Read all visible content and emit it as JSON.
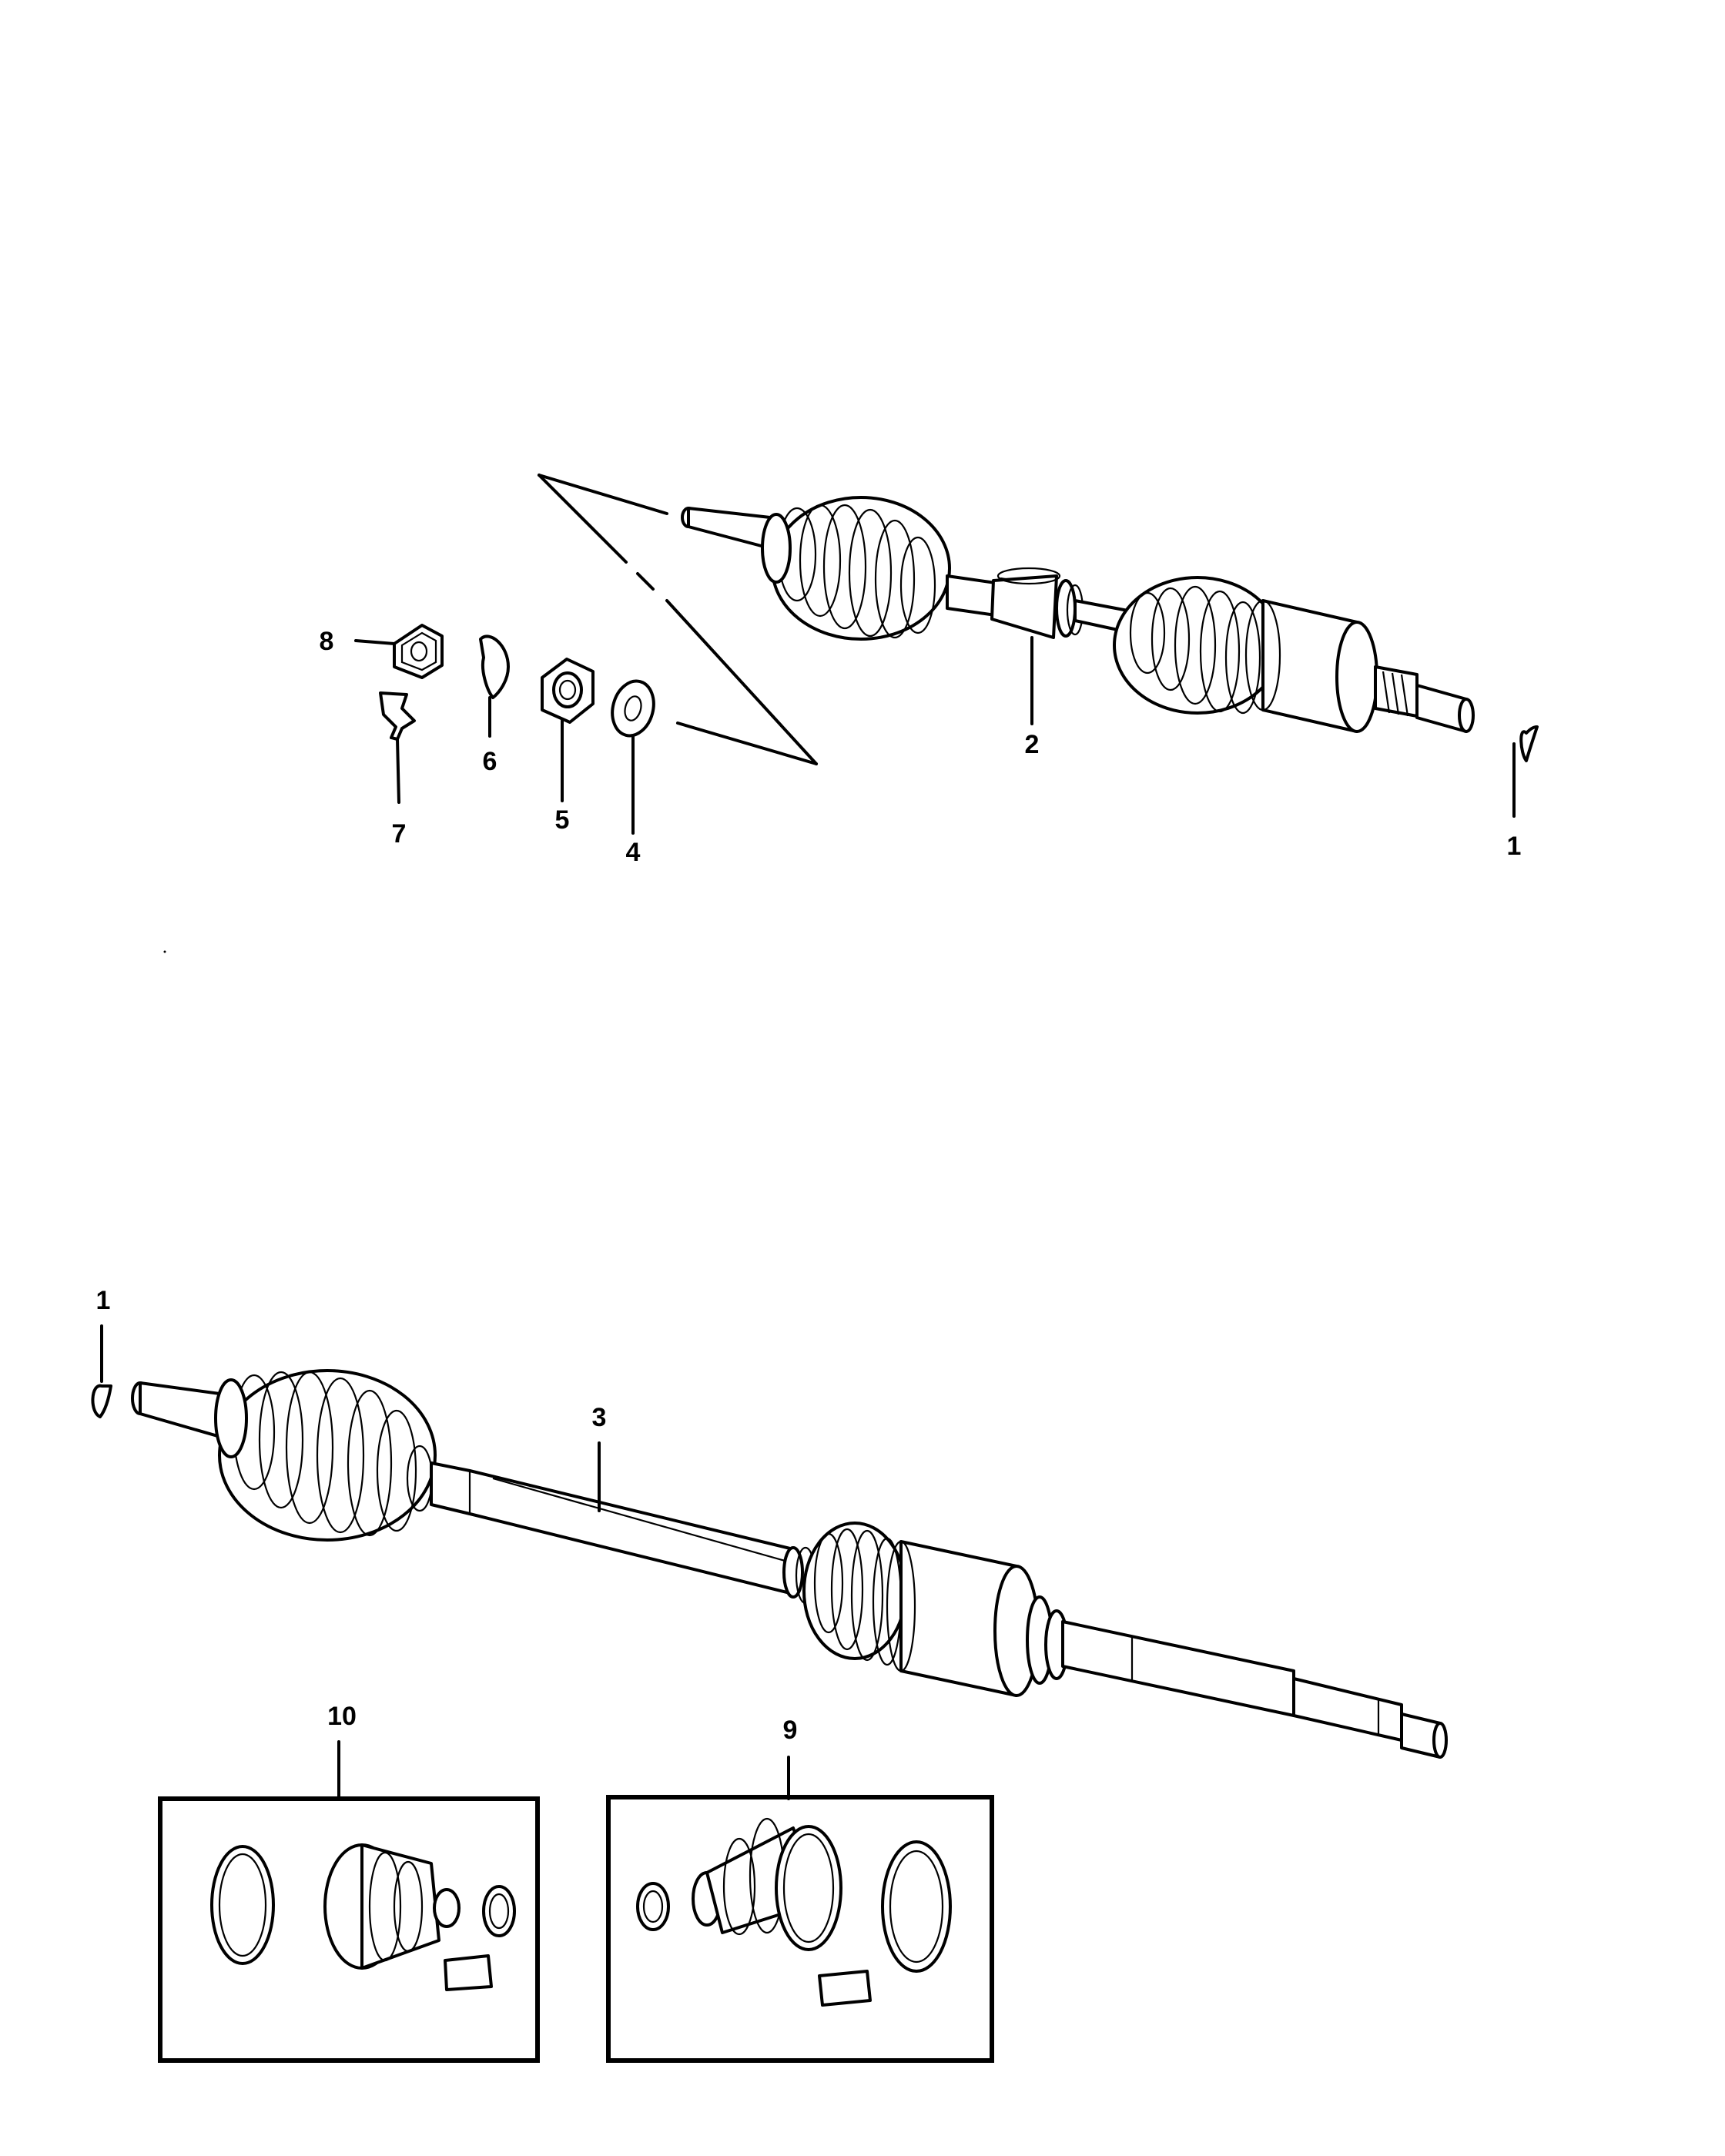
{
  "diagram": {
    "callouts": {
      "c1_top": "1",
      "c1_bottom": "1",
      "c2": "2",
      "c3": "3",
      "c4": "4",
      "c5": "5",
      "c6": "6",
      "c7": "7",
      "c8": "8",
      "c9": "9",
      "c10": "10"
    }
  }
}
